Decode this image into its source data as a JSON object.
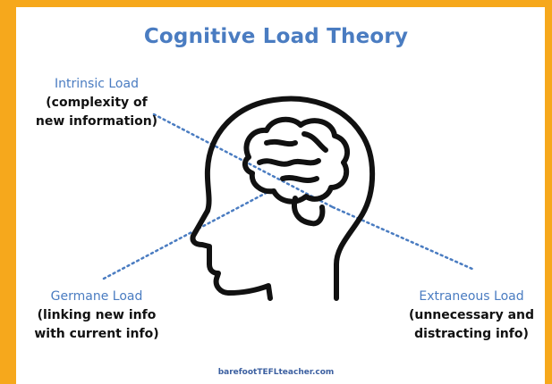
{
  "title": "Cognitive Load Theory",
  "labels": {
    "intrinsic": {
      "name": "Intrinsic Load",
      "line1": "(complexity of",
      "line2": "new information)"
    },
    "germane": {
      "name": "Germane Load",
      "line1": "(linking new info",
      "line2": "with current info)"
    },
    "extraneous": {
      "name": "Extraneous Load",
      "line1": "(unnecessary and",
      "line2": "distracting info)"
    }
  },
  "footer": "barefootTEFLteacher.com",
  "colors": {
    "border": "#f6a81c",
    "accent": "#4a7cc1",
    "ink": "#111111"
  },
  "icons": [
    "head-brain-icon"
  ]
}
